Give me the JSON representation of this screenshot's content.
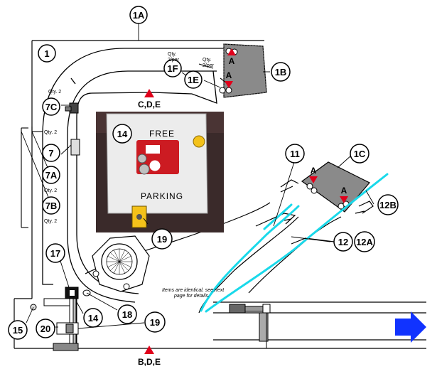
{
  "colors": {
    "accent_red": "#e0001b",
    "track_cyan": "#19d9ea",
    "arrow_blue": "#1133ff",
    "plate_gray": "#8a8a8a",
    "photo_dark": "#3a2a2a",
    "sign_face": "#ececec",
    "sign_red": "#cc1b22",
    "sign_yellow": "#f4c21a"
  },
  "callouts": {
    "c1A": "1A",
    "c1": "1",
    "c1F": "1F",
    "c1E": "1E",
    "c1B": "1B",
    "c7C": "7C",
    "c7": "7",
    "c7A": "7A",
    "c7B": "7B",
    "c14photo": "14",
    "c19photo": "19",
    "c11": "11",
    "c1C": "1C",
    "c12B": "12B",
    "c12": "12",
    "c12A": "12A",
    "c17": "17",
    "c18": "18",
    "c14": "14",
    "c19": "19",
    "c15": "15",
    "c20": "20"
  },
  "qty_notes": {
    "qty2_7c": "Qty. 2",
    "qty2_7": "Qty. 2",
    "qty2_7a": "Qty. 2",
    "qty2_7b": "Qty. 2",
    "qty_per_1f_a": "Qty.",
    "qty_per_1f_b": "2/per",
    "qty_per_1e_a": "Qty.",
    "qty_per_1e_b": "2/per"
  },
  "markers": {
    "top_ref": "C,D,E",
    "bottom_ref": "B,D,E",
    "a1": "A",
    "a2": "A",
    "a3": "A",
    "a4": "A"
  },
  "sign": {
    "free": "FREE",
    "parking": "PARKING"
  },
  "note": {
    "line1": "Items are identical, see next",
    "line2": "page for details."
  }
}
